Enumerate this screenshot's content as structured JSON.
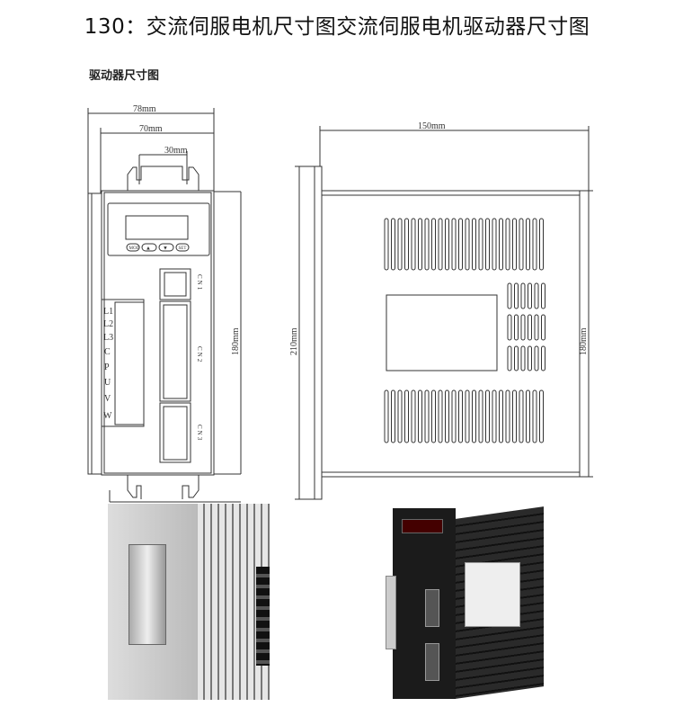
{
  "title": "130：交流伺服电机尺寸图交流伺服电机驱动器尺寸图",
  "subtitle": "驱动器尺寸图",
  "front_view": {
    "dim_width_outer": "78mm",
    "dim_width_inner": "70mm",
    "dim_mount": "30mm",
    "dim_height": "180mm",
    "buttons": [
      "MOD",
      "▲",
      "▼",
      "SET"
    ],
    "terminals": [
      "L1",
      "L2",
      "L3",
      "C",
      "P",
      "U",
      "V",
      "W"
    ],
    "connectors": [
      "CN1",
      "CN2",
      "CN3"
    ]
  },
  "side_view": {
    "dim_depth": "150mm",
    "dim_plate_height": "210mm",
    "dim_height": "180mm"
  },
  "colors": {
    "line": "#333333",
    "photo_dark": "#1a1a1a",
    "heatsink": "#c9c9c9"
  }
}
